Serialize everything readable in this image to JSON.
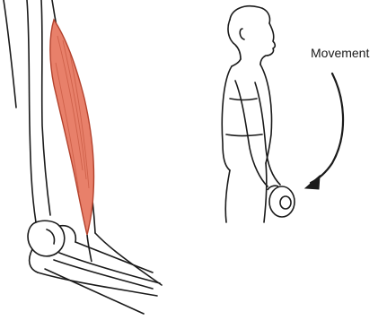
{
  "labels": {
    "movement": "Movement"
  },
  "colors": {
    "muscle_fill": "#e8806a",
    "muscle_stroke": "#b3412c",
    "line": "#1a1a1a",
    "background": "#ffffff"
  },
  "icons": {
    "arm_illustration": "upper-arm-triceps-muscle",
    "figure_illustration": "man-holding-dumbbell",
    "movement_arrow": "curved-arrow-down"
  }
}
